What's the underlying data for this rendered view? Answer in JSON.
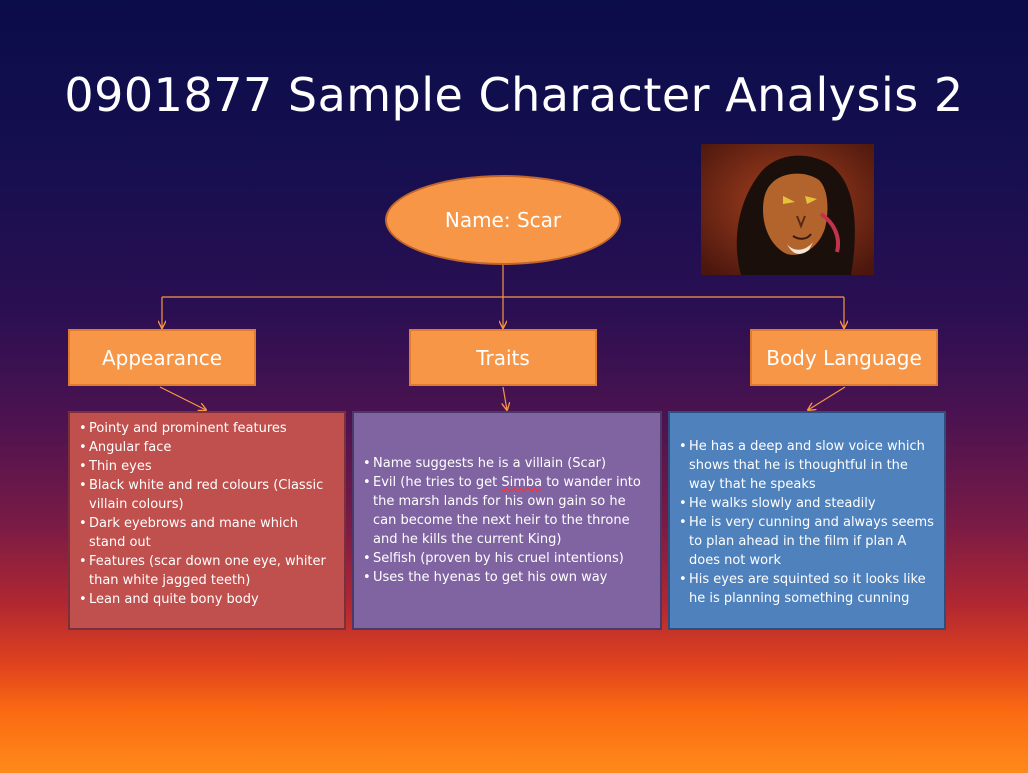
{
  "title": "0901877 Sample Character Analysis 2",
  "center": {
    "label": "Name: Scar"
  },
  "icons": {
    "portrait": "scar-lion-portrait-icon"
  },
  "colors": {
    "orange_node": "#f79646",
    "appearance_box": "#c0504d",
    "traits_box": "#8064a2",
    "body_box": "#4f81bd",
    "connector": "#f79646"
  },
  "categories": [
    {
      "label": "Appearance",
      "items": [
        "Pointy and prominent features",
        "Angular face",
        "Thin eyes",
        "Black white and red colours (Classic villain colours)",
        "Dark eyebrows and mane which stand out",
        "Features (scar down one eye, whiter than white jagged teeth)",
        "Lean and quite bony body"
      ]
    },
    {
      "label": "Traits",
      "items": [
        "Name suggests he is a villain (Scar)",
        "Evil (he tries to get Simba to wander into the marsh lands for his own gain so he can become the next heir to the throne and he kills the current King)",
        "Selfish (proven by his cruel intentions)",
        "Uses the hyenas to get his own way"
      ]
    },
    {
      "label": "Body Language",
      "items": [
        "He has a deep and slow voice which shows that he is thoughtful in the way that he speaks",
        "He walks slowly and steadily",
        "He is very cunning and always seems to plan ahead in the film if plan A does not work",
        "His eyes are squinted so it looks like he is planning something cunning"
      ]
    }
  ]
}
